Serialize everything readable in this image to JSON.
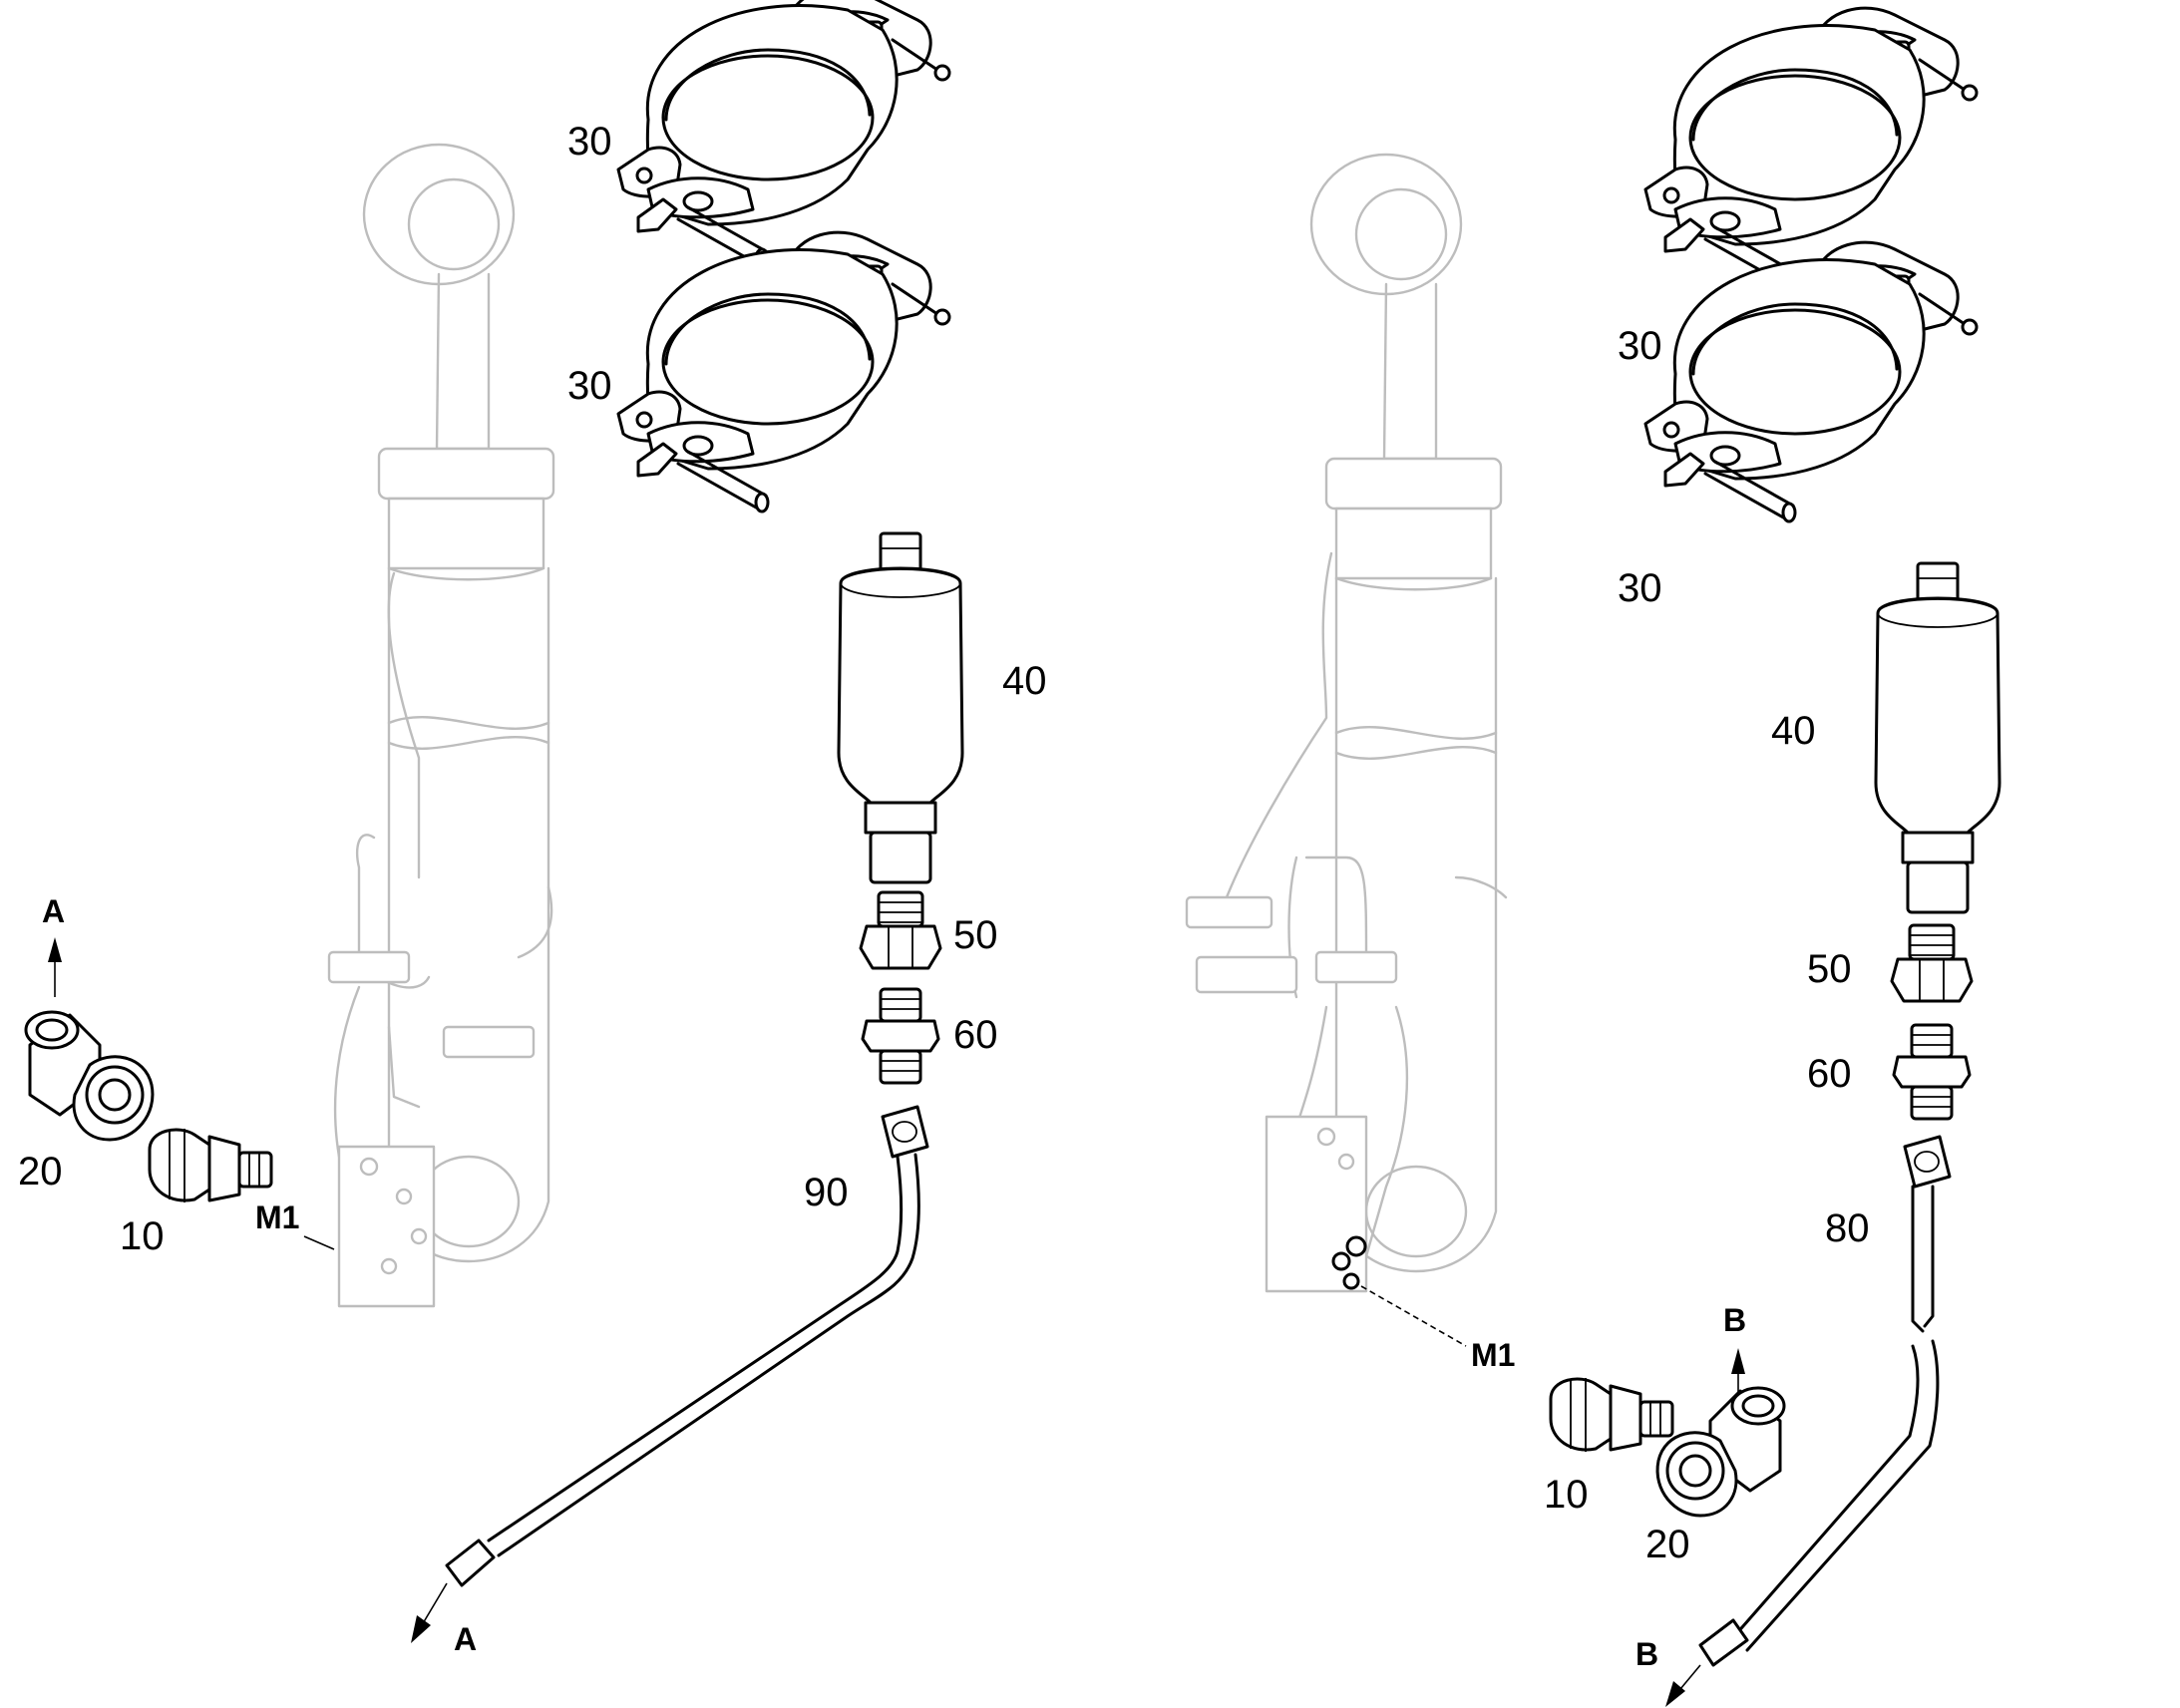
{
  "left_assembly": {
    "callouts": {
      "clamp_upper": "30",
      "clamp_lower": "30",
      "accumulator": "40",
      "fitting_50": "50",
      "fitting_60": "60",
      "hose": "90",
      "elbow": "20",
      "adapter": "10",
      "port": "M1"
    },
    "flow_top": "A",
    "flow_bottom": "A"
  },
  "right_assembly": {
    "callouts": {
      "clamp_upper": "30",
      "clamp_lower": "30",
      "accumulator": "40",
      "fitting_50": "50",
      "fitting_60": "60",
      "hose": "80",
      "elbow": "20",
      "adapter": "10",
      "port": "M1"
    },
    "flow_top": "B",
    "flow_bottom": "B"
  }
}
